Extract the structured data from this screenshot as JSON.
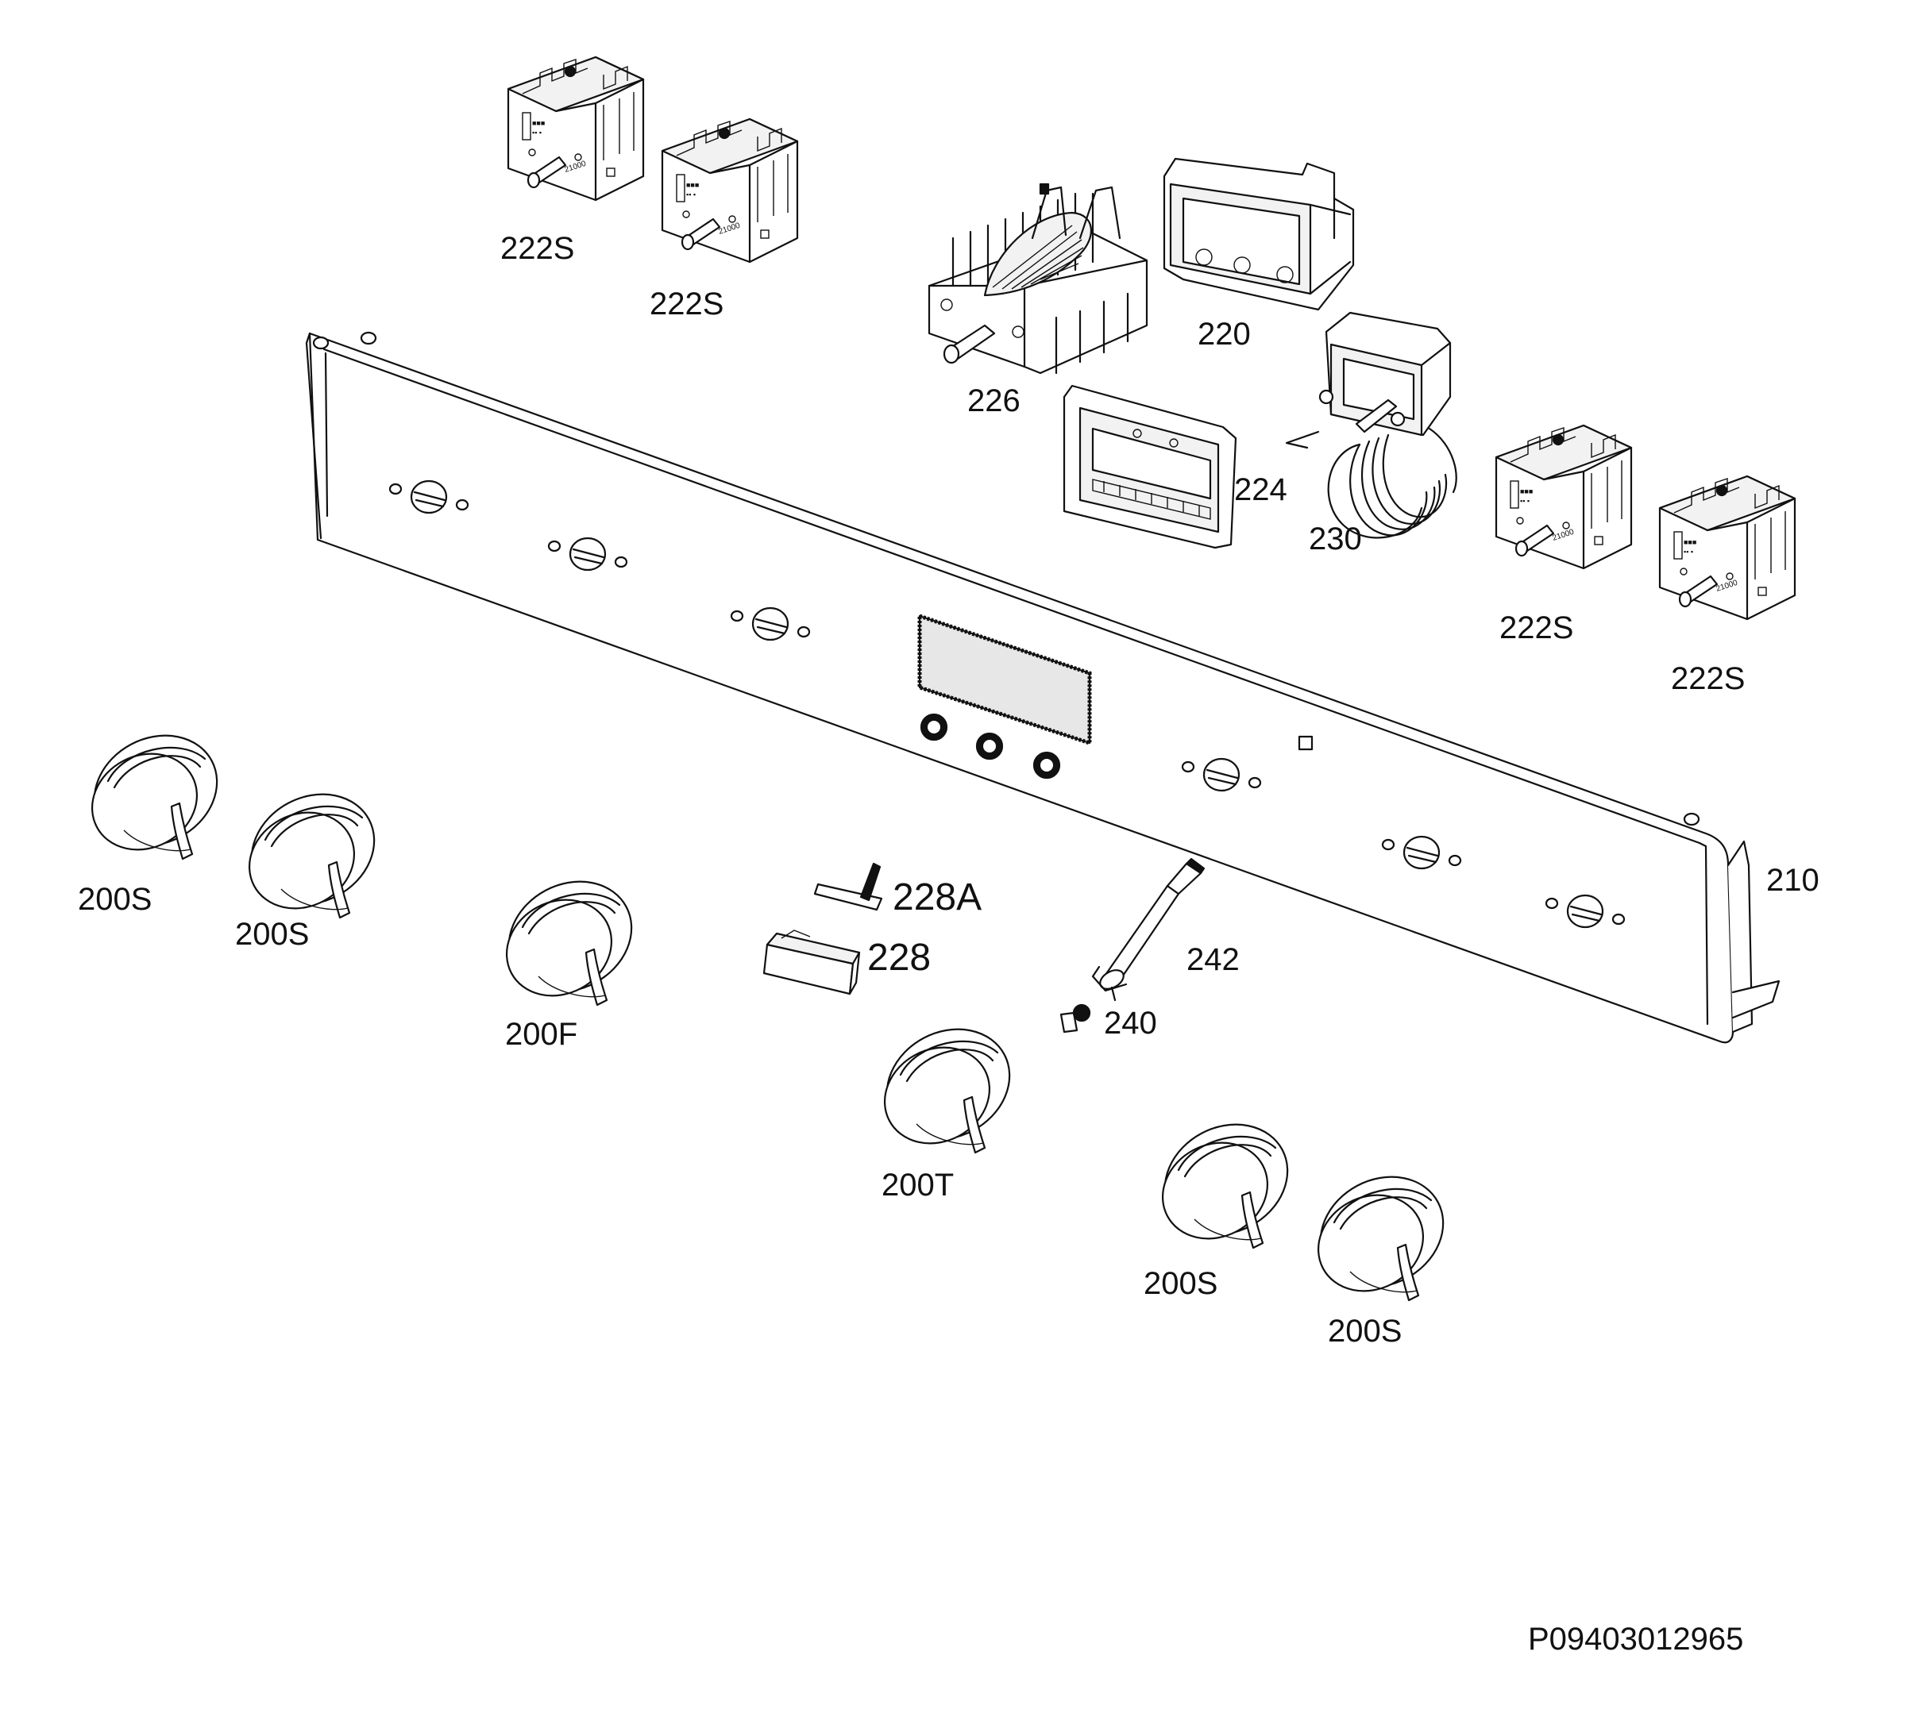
{
  "diagram": {
    "drawing_number": "P09403012965",
    "parts": {
      "switch_top_left": "222S",
      "switch_top_second": "222S",
      "selector_switch": "226",
      "display_housing": "220",
      "electronic_board": "224",
      "thermostat": "230",
      "switch_right_first": "222S",
      "switch_right_second": "222S",
      "control_panel": "210",
      "knob_left_1": "200S",
      "knob_left_2": "200S",
      "knob_function": "200F",
      "button_strip": "228A",
      "button": "228",
      "knob_timer": "200T",
      "lamp_holder": "242",
      "clip": "240",
      "knob_right_1": "200S",
      "knob_right_2": "200S"
    }
  }
}
